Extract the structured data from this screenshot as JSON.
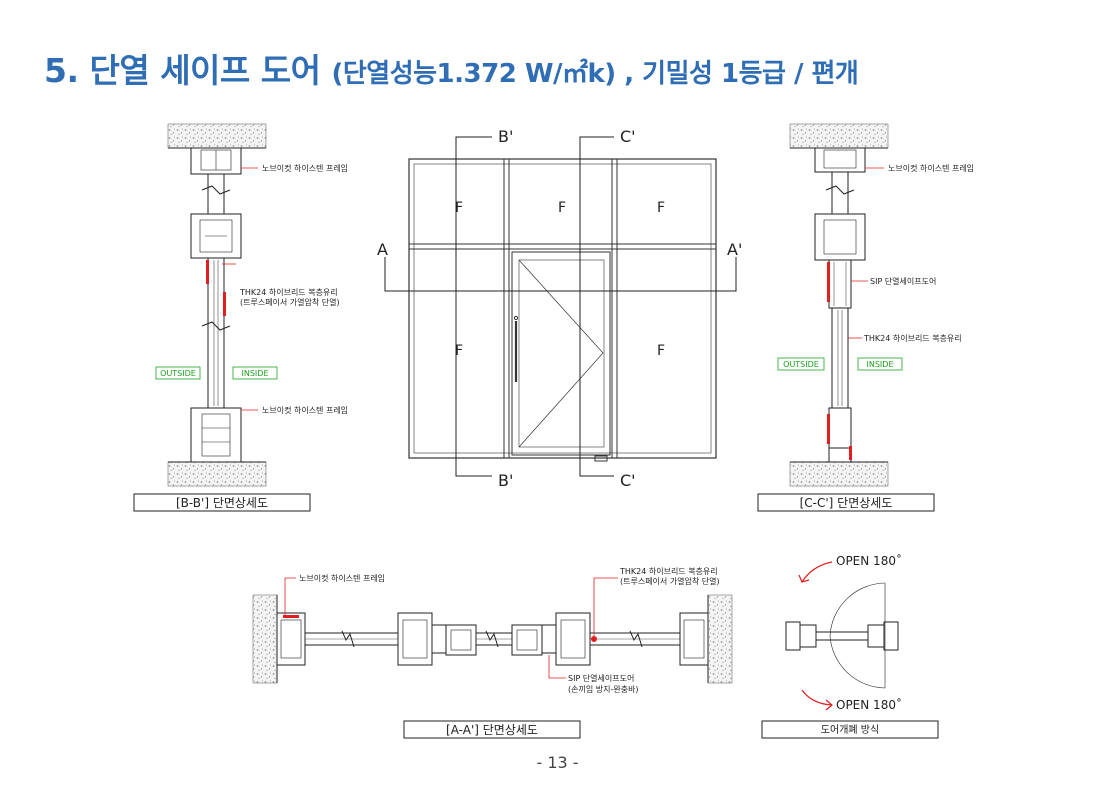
{
  "title": {
    "main": "5. 단열 세이프 도어 ",
    "sub": "(단열성능1.372 W/㎡k) , 기밀성 1등급 / 편개"
  },
  "elevation": {
    "cut_b_top": "B'",
    "cut_b_bottom": "B'",
    "cut_c_top": "C'",
    "cut_c_bottom": "C'",
    "cut_a_left": "A",
    "cut_a_right": "A'",
    "panel_fixed": "F"
  },
  "section_bb": {
    "caption": "[B-B'] 단면상세도",
    "label_frame_top": "노브이컷 하이스텐 프레임",
    "label_glass_1": "THK24 하이브리드 복층유리",
    "label_glass_2": "(트루스페이서 가열압착 단열)",
    "label_frame_bottom": "노브이컷 하이스텐 프레임",
    "outside": "OUTSIDE",
    "inside": "INSIDE"
  },
  "section_cc": {
    "caption": "[C-C'] 단면상세도",
    "label_frame_top": "노브이컷 하이스텐 프레임",
    "label_door": "SIP 단열세이프도어",
    "label_glass": "THK24 하이브리드 복층유리",
    "outside": "OUTSIDE",
    "inside": "INSIDE"
  },
  "section_aa": {
    "caption": "[A-A'] 단면상세도",
    "label_frame": "노브이컷 하이스텐 프레임",
    "label_glass_1": "THK24 하이브리드 복층유리",
    "label_glass_2": "(트루스페이서 가열압착 단열)",
    "label_door_1": "SIP 단열세이프도어",
    "label_door_2": "(손끼임 방지-완충바)"
  },
  "swing": {
    "caption": "도어개폐 방식",
    "open_top": "OPEN 180˚",
    "open_bottom": "OPEN 180˚"
  },
  "page_number": "- 13 -",
  "colors": {
    "title": "#2f6db5",
    "leader": "#e02020",
    "label_green": "#1ea01e",
    "line": "#222222"
  }
}
